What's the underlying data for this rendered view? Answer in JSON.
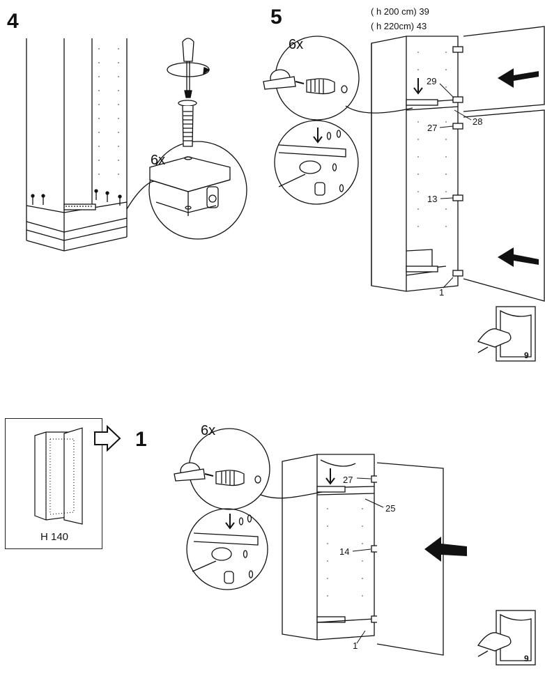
{
  "step4": {
    "number": "4",
    "quantity": "6x"
  },
  "step5": {
    "number": "5",
    "quantity": "6x",
    "height_notes": [
      "( h 200 cm) 39",
      "( h 220cm) 43"
    ],
    "callouts": [
      "29",
      "27",
      "28",
      "13",
      "1"
    ],
    "page_ref": "9"
  },
  "variant": {
    "label": "H 140",
    "step_number": "1",
    "quantity": "6x",
    "callouts": [
      "27",
      "25",
      "14",
      "1"
    ],
    "page_ref": "9"
  },
  "icons": [
    "screwdriver-icon",
    "rotate-arrow-icon",
    "turn-page-icon",
    "hollow-arrow-icon",
    "push-arrow-icon"
  ]
}
